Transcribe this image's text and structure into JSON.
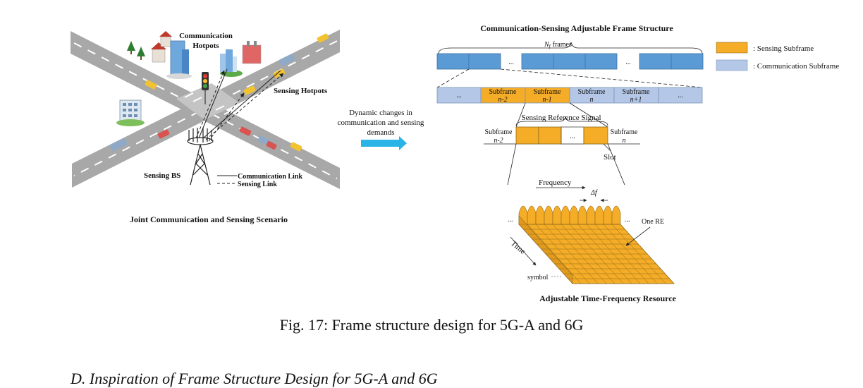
{
  "scene": {
    "title": "Joint Communication and Sensing Scenario",
    "comm_hotpots": [
      "Communication",
      "Hotpots"
    ],
    "sensing_hotpots": "Sensing Hotpots",
    "sensing_bs": "Sensing BS",
    "comm_link": "Communication Link",
    "sensing_link": "Sensing Link"
  },
  "transition": {
    "lines": [
      "Dynamic changes in",
      "communication and sensing",
      "demands"
    ]
  },
  "frame": {
    "title": "Communication-Sensing Adjustable Frame Structure",
    "nf_label": "frames",
    "nf_symbol": "N",
    "nf_sub": "f",
    "ellipsis": "...",
    "legend_sensing": ": Sensing Subframe",
    "legend_comm": ": Communication Subframe",
    "subframe_word": "Subframe",
    "sub_indices": [
      "n-2",
      "n-1",
      "n",
      "n+1"
    ],
    "ref_signal": "Sensing Reference Signal",
    "slot": "Slot",
    "detail_left": [
      "Subframe",
      "n-2"
    ],
    "detail_right": [
      "Subframe",
      "n"
    ]
  },
  "resource": {
    "title": "Adjustable Time-Frequency Resource",
    "frequency": "Frequency",
    "delta_f": "Δf",
    "one_re": "One RE",
    "time": "Time",
    "symbol": "symbol"
  },
  "colors": {
    "sensing": "#f5ac27",
    "comm_dark": "#5b9bd5",
    "comm_light": "#b4c7e7",
    "road": "#9a9a9a",
    "arrow": "#29b3e6"
  },
  "caption": "Fig. 17: Frame structure design for 5G-A and 6G",
  "section_heading": "D. Inspiration of Frame Structure Design for 5G-A and 6G"
}
